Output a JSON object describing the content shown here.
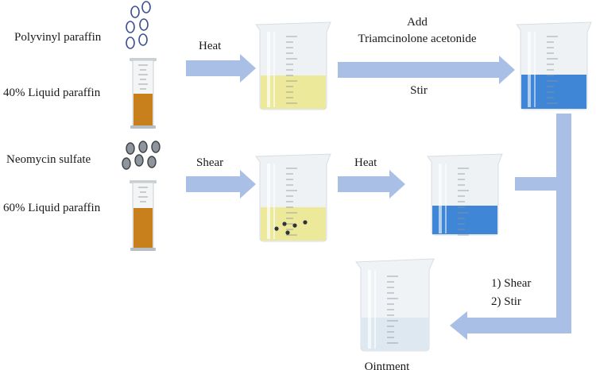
{
  "labels": {
    "polyvinyl_paraffin": "Polyvinyl paraffin",
    "liquid_paraffin_40": "40% Liquid paraffin",
    "neomycin_sulfate": "Neomycin sulfate",
    "liquid_paraffin_60": "60% Liquid paraffin",
    "heat_1": "Heat",
    "add": "Add",
    "triamcinolone": "Triamcinolone acetonide",
    "stir": "Stir",
    "shear": "Shear",
    "heat_2": "Heat",
    "step_shear": "1) Shear",
    "step_stir": "2) Stir",
    "ointment": "Ointment"
  },
  "colors": {
    "arrow": "#a9bfe6",
    "yellow_liquid": "#ece99a",
    "blue_liquid": "#3f86d6",
    "amber_liquid": "#c8801c",
    "ointment_liquid": "#dde8f0",
    "beaker_glass": "#eef2f4"
  }
}
